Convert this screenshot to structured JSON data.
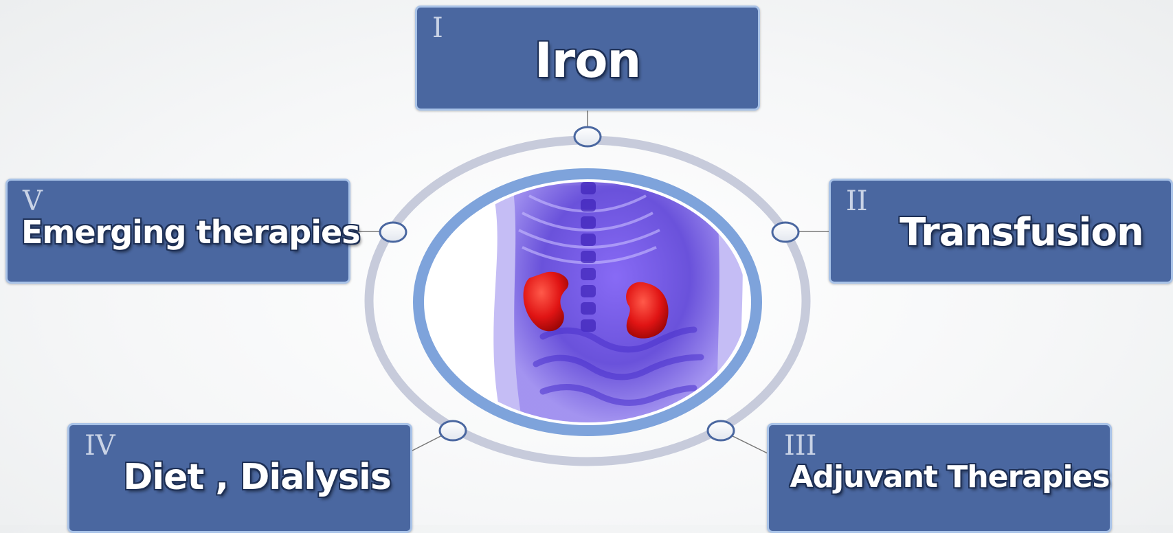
{
  "diagram": {
    "center_image": "kidney-anatomy-illustration",
    "nodes": [
      {
        "numeral": "I",
        "label": "Iron"
      },
      {
        "numeral": "II",
        "label": "Transfusion"
      },
      {
        "numeral": "III",
        "label": "Adjuvant Therapies"
      },
      {
        "numeral": "IV",
        "label": "Diet , Dialysis"
      },
      {
        "numeral": "V",
        "label": "Emerging therapies"
      }
    ]
  },
  "colors": {
    "box_fill": "#4a67a0",
    "box_border": "#a9c3e8",
    "outer_ring": "#c7cbdb",
    "inner_ring": "#7ea3db",
    "body": "#6a4fe0",
    "kidney": "#d91414"
  }
}
